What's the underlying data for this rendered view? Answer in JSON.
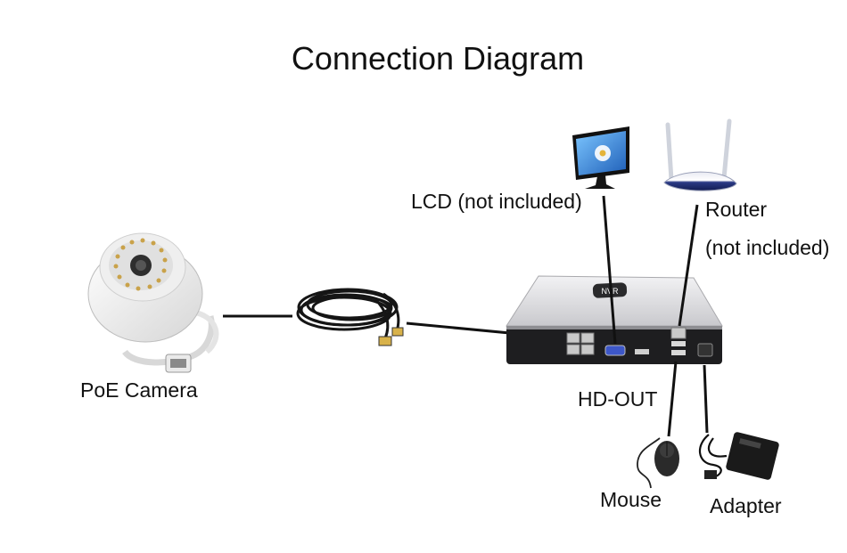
{
  "title": "Connection Diagram",
  "labels": {
    "camera": "PoE Camera",
    "lcd": "LCD (not included)",
    "router": "Router",
    "router_note": "(not included)",
    "hdout": "HD-OUT",
    "mouse": "Mouse",
    "adapter": "Adapter"
  },
  "nvr_badge": "NVR",
  "colors": {
    "line": "#111111",
    "nvr_top": "#e8e8ea",
    "nvr_front": "#1e1e20",
    "router_blue": "#1c2c6e",
    "monitor_screen": "#3b8fe0"
  }
}
